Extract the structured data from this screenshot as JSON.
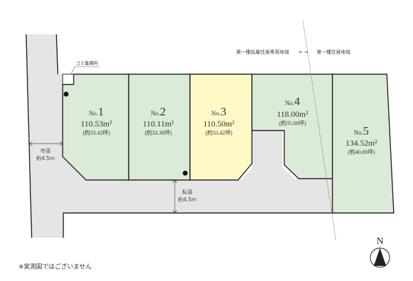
{
  "colors": {
    "road": "#e5e5e5",
    "lot_green": "#dcebd7",
    "lot_yellow": "#fef9c6",
    "outline": "#222222",
    "zone_line": "#666666"
  },
  "zoning": {
    "left": "第一種低層住居専用地域",
    "arrows": "⇐ ⇒",
    "right": "第一種住居地域"
  },
  "garbage_station": "ゴミ集積所",
  "roads": {
    "city_road": {
      "name": "市道",
      "width": "約4.5m"
    },
    "private_road": {
      "name": "私道",
      "width": "約4.5m"
    }
  },
  "lots": [
    {
      "no_prefix": "No.",
      "number": "1",
      "area": "110.53m²",
      "tsubo": "(約33.43坪)",
      "highlight": false
    },
    {
      "no_prefix": "No.",
      "number": "2",
      "area": "110.11m²",
      "tsubo": "(約33.30坪)",
      "highlight": false
    },
    {
      "no_prefix": "No.",
      "number": "3",
      "area": "110.50m²",
      "tsubo": "(約33.42坪)",
      "highlight": true
    },
    {
      "no_prefix": "No.",
      "number": "4",
      "area": "118.00m²",
      "tsubo": "(約35.69坪)",
      "highlight": false
    },
    {
      "no_prefix": "No.",
      "number": "5",
      "area": "134.52m²",
      "tsubo": "(約40.69坪)",
      "highlight": false
    }
  ],
  "compass": {
    "label": "N",
    "icon": "north-arrow-icon"
  },
  "note": "※実測図ではございません"
}
